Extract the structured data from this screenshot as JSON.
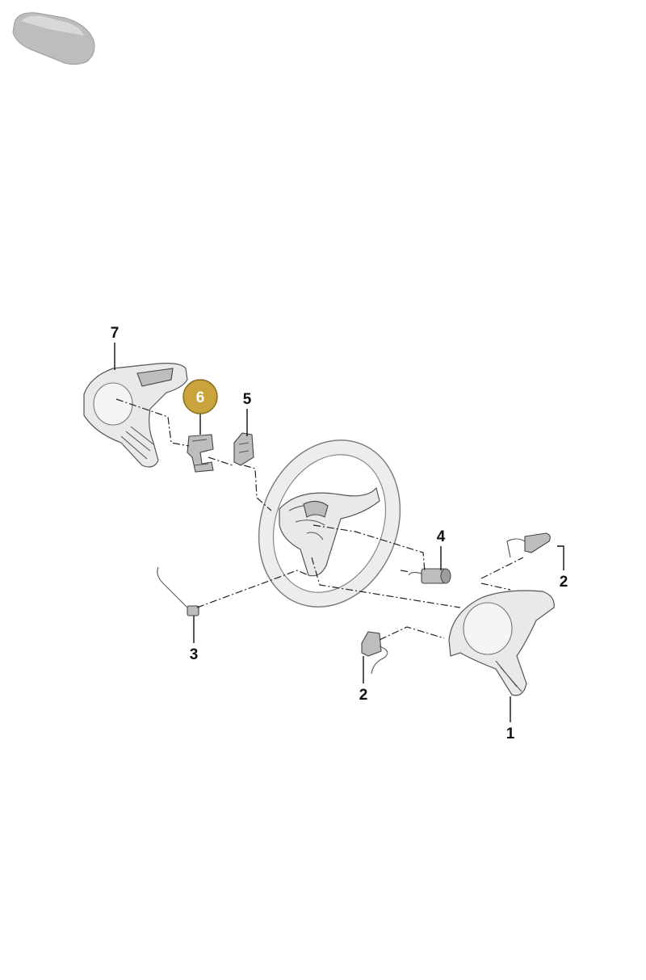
{
  "vehicle_icon": {
    "name": "car-thumbnail-icon"
  },
  "callouts": [
    {
      "id": "c7",
      "label": "7",
      "highlighted": false
    },
    {
      "id": "c6",
      "label": "6",
      "highlighted": true
    },
    {
      "id": "c5",
      "label": "5",
      "highlighted": false
    },
    {
      "id": "c4",
      "label": "4",
      "highlighted": false
    },
    {
      "id": "c2a",
      "label": "2",
      "highlighted": false
    },
    {
      "id": "c3",
      "label": "3",
      "highlighted": false
    },
    {
      "id": "c2b",
      "label": "2",
      "highlighted": false
    },
    {
      "id": "c1",
      "label": "1",
      "highlighted": false
    }
  ],
  "colors": {
    "highlight": "#c9a33b",
    "line": "#111111",
    "part": "#e9e9e9"
  }
}
